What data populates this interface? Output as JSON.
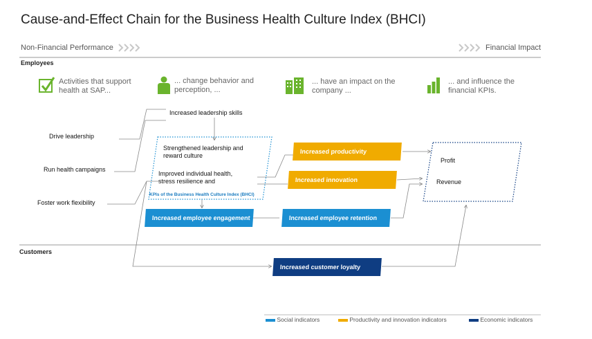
{
  "title": "Cause-and-Effect Chain for the Business Health Culture Index (BHCI)",
  "header": {
    "left": "Non-Financial Performance",
    "right": "Financial Impact"
  },
  "sections": {
    "employees": "Employees",
    "customers": "Customers"
  },
  "steps": [
    {
      "icon": "checkmark-icon",
      "text": "Activities that support health at SAP..."
    },
    {
      "icon": "person-icon",
      "text": "... change behavior and perception, ..."
    },
    {
      "icon": "buildings-icon",
      "text": "... have an impact on the company ..."
    },
    {
      "icon": "bar-chart-icon",
      "text": "... and influence the financial KPIs."
    }
  ],
  "drivers": {
    "leadership": "Drive leadership",
    "campaigns": "Run health campaigns",
    "flexibility": "Foster work flexibility"
  },
  "nodes": {
    "leadership_skills": "Increased leadership skills",
    "strengthened": "Strengthened leadership and reward culture",
    "improved_health": "Improved individual health, stress resilience and",
    "kpi_label": "KPIs of the Business Health Culture Index (BHCI)",
    "engagement": "Increased employee engagement",
    "productivity": "Increased productivity",
    "innovation": "Increased innovation",
    "retention": "Increased employee retention",
    "loyalty": "Increased customer loyalty",
    "profit": "Profit",
    "revenue": "Revenue"
  },
  "legend": [
    {
      "label": "Social indicators",
      "color": "#1b8fd2"
    },
    {
      "label": "Productivity and innovation indicators",
      "color": "#f0ab00"
    },
    {
      "label": "Economic indicators",
      "color": "#0f3d82"
    }
  ],
  "colors": {
    "social": "#1b8fd2",
    "productivity": "#f0ab00",
    "economic": "#0f3d82",
    "icon_green": "#6ab42d"
  }
}
